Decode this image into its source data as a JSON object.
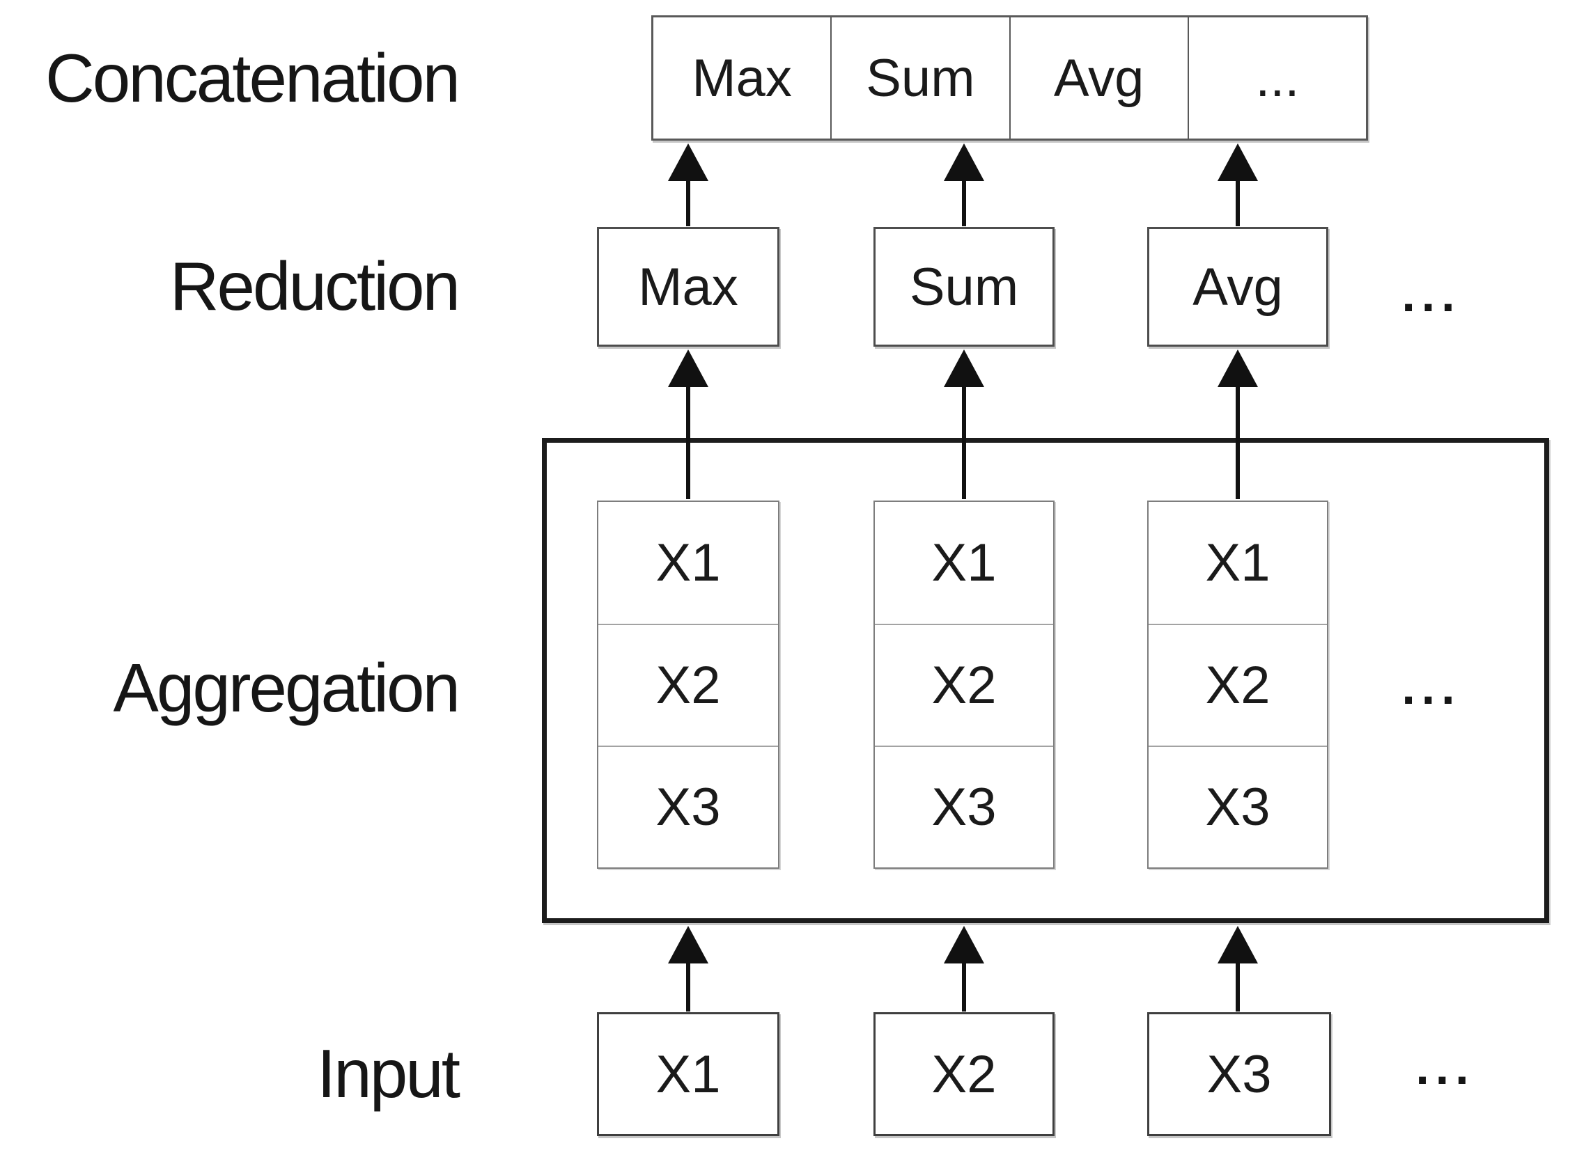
{
  "labels": {
    "concatenation": "Concatenation",
    "reduction": "Reduction",
    "aggregation": "Aggregation",
    "input": "Input"
  },
  "concatenation": {
    "cells": [
      "Max",
      "Sum",
      "Avg",
      "..."
    ]
  },
  "reduction": {
    "boxes": [
      "Max",
      "Sum",
      "Avg"
    ],
    "ellipsis": "..."
  },
  "aggregation": {
    "stacks": [
      {
        "cells": [
          "X1",
          "X2",
          "X3"
        ]
      },
      {
        "cells": [
          "X1",
          "X2",
          "X3"
        ]
      },
      {
        "cells": [
          "X1",
          "X2",
          "X3"
        ]
      }
    ],
    "ellipsis": "..."
  },
  "input": {
    "boxes": [
      "X1",
      "X2",
      "X3"
    ],
    "ellipsis": "..."
  }
}
